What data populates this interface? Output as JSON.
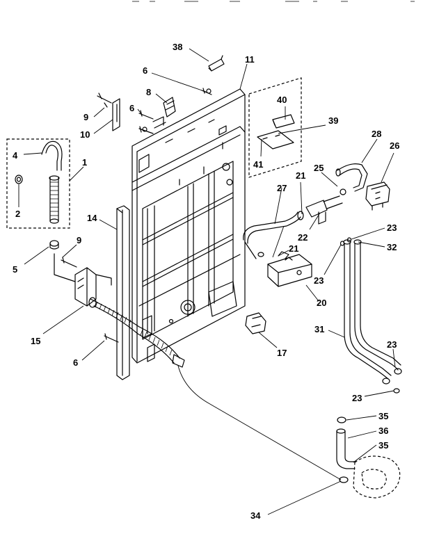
{
  "diagram": {
    "callouts": {
      "c1": "1",
      "c2": "2",
      "c4": "4",
      "c5": "5",
      "c6a": "6",
      "c6b": "6",
      "c6c": "6",
      "c8": "8",
      "c9a": "9",
      "c9b": "9",
      "c10": "10",
      "c11": "11",
      "c14": "14",
      "c15": "15",
      "c17": "17",
      "c20": "20",
      "c21a": "21",
      "c21b": "21",
      "c22": "22",
      "c23a": "23",
      "c23b": "23",
      "c23c": "23",
      "c23d": "23",
      "c25": "25",
      "c26": "26",
      "c27": "27",
      "c28": "28",
      "c31": "31",
      "c32": "32",
      "c34": "34",
      "c35a": "35",
      "c35b": "35",
      "c36": "36",
      "c38": "38",
      "c39": "39",
      "c40": "40",
      "c41": "41"
    }
  }
}
